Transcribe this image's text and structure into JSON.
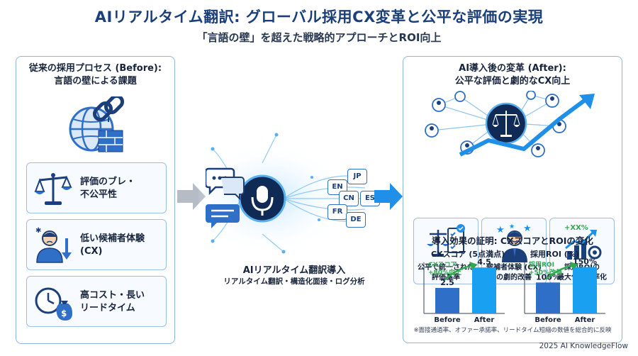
{
  "header": {
    "title": "AIリアルタイム翻訳: グローバル採用CX変革と公平な評価の実現",
    "subtitle": "「言語の壁」を超えた戦略的アプローチとROI向上"
  },
  "before": {
    "title_line1": "従来の採用プロセス (Before):",
    "title_line2": "言語の壁による課題",
    "cards": [
      {
        "line1": "評価のブレ・",
        "line2": "不公平性",
        "icon": "scale-icon"
      },
      {
        "line1": "低い候補者体験",
        "line2": "(CX)",
        "icon": "frustrated-person-icon"
      },
      {
        "line1": "高コスト・長い",
        "line2": "リードタイム",
        "icon": "clock-money-icon"
      }
    ]
  },
  "center": {
    "label_line1": "AIリアルタイム翻訳導入",
    "label_line2": "リアルタイム翻訳・構造化面接・ログ分析",
    "languages": [
      "EN",
      "JP",
      "CN",
      "ES",
      "FR",
      "DE"
    ]
  },
  "after": {
    "title_line1": "AI導入後の変革 (After):",
    "title_line2": "公平な評価と劇的なCX向上",
    "cards": [
      {
        "line1": "公平で統一された",
        "line2": "評価基準"
      },
      {
        "line1": "候補者体験 (CX)",
        "line2": "の劇的改善"
      },
      {
        "line1": "採用ROIの",
        "line2": "最大化・効率化",
        "badge": "+XX%"
      }
    ],
    "proof_title": "導入効果の証明: CXスコアとROIの変化",
    "footnote": "※面接通過率、オファー承諾率、リードタイム短縮の数値を総合的に反映"
  },
  "chart_data": [
    {
      "type": "bar",
      "title": "CXスコア (5点満点)",
      "categories": [
        "Before",
        "After"
      ],
      "values": [
        2.5,
        4.5
      ],
      "value_labels": [
        "2.5",
        "4.5"
      ],
      "annotation_line1": "CXスコア",
      "annotation_line2": "+80%向上",
      "ylim": [
        0,
        5
      ],
      "colors": [
        "#2f6fc7",
        "#1aa0f0"
      ]
    },
    {
      "type": "bar",
      "title": "採用ROI (%)",
      "categories": [
        "Before",
        "After"
      ],
      "values": [
        100,
        150
      ],
      "value_labels": [
        "100%",
        "150%"
      ],
      "annotation_line1": "採用ROI",
      "annotation_line2": "+50%改善",
      "ylim": [
        0,
        165
      ],
      "colors": [
        "#2f6fc7",
        "#1aa0f0"
      ]
    }
  ],
  "footer": {
    "copyright": "2025 AI KnowledgeFlow"
  },
  "colors": {
    "navy": "#1b3f7a",
    "accent_blue": "#2f6fc7",
    "bright_blue": "#1aa0f0",
    "green": "#2fa84f",
    "border": "#8fb3e0"
  }
}
